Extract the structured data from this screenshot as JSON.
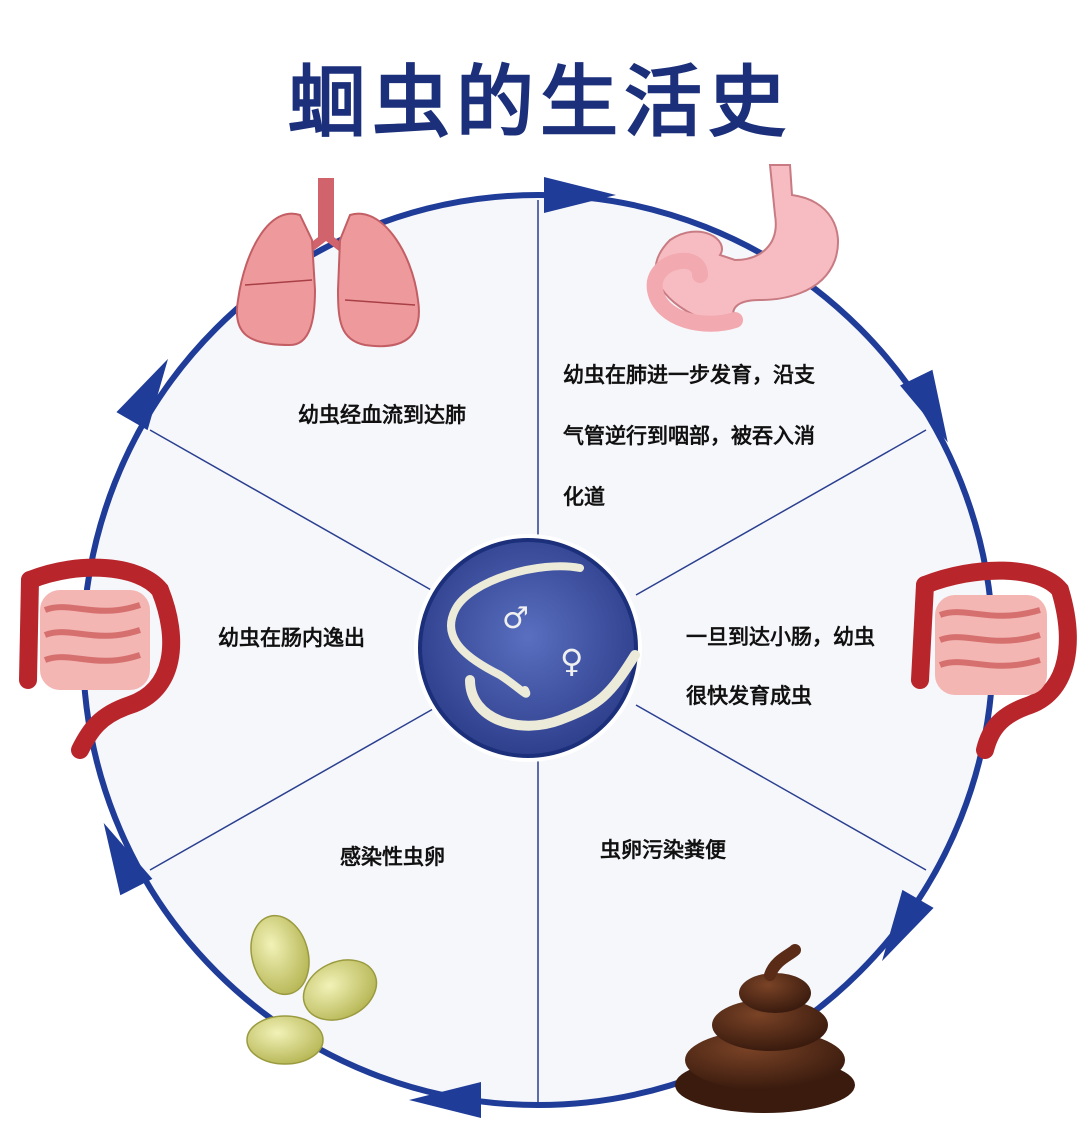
{
  "title": "蛔虫的生活史",
  "colors": {
    "title": "#1b2f7a",
    "cycle_ring": "#1f3c98",
    "center_disc": "#3b4fa0",
    "worm": "#ecebd9",
    "lung": "#e8888b",
    "stomach": "#f5b7bc",
    "intestine": "#b8262c",
    "feces": "#4a2414",
    "eggs": "#d9d98a"
  },
  "center": {
    "male_symbol": "♂",
    "female_symbol": "♀"
  },
  "stages": {
    "lungs": "幼虫经血流到达肺",
    "stomach": [
      "幼虫在肺进一步发育，沿支",
      "气管逆行到咽部，被吞入消",
      "化道"
    ],
    "small_intestine": [
      "一旦到达小肠，幼虫",
      "很快发育成虫"
    ],
    "feces": "虫卵污染粪便",
    "eggs": "感染性虫卵",
    "large_intestine": "幼虫在肠内逸出"
  }
}
